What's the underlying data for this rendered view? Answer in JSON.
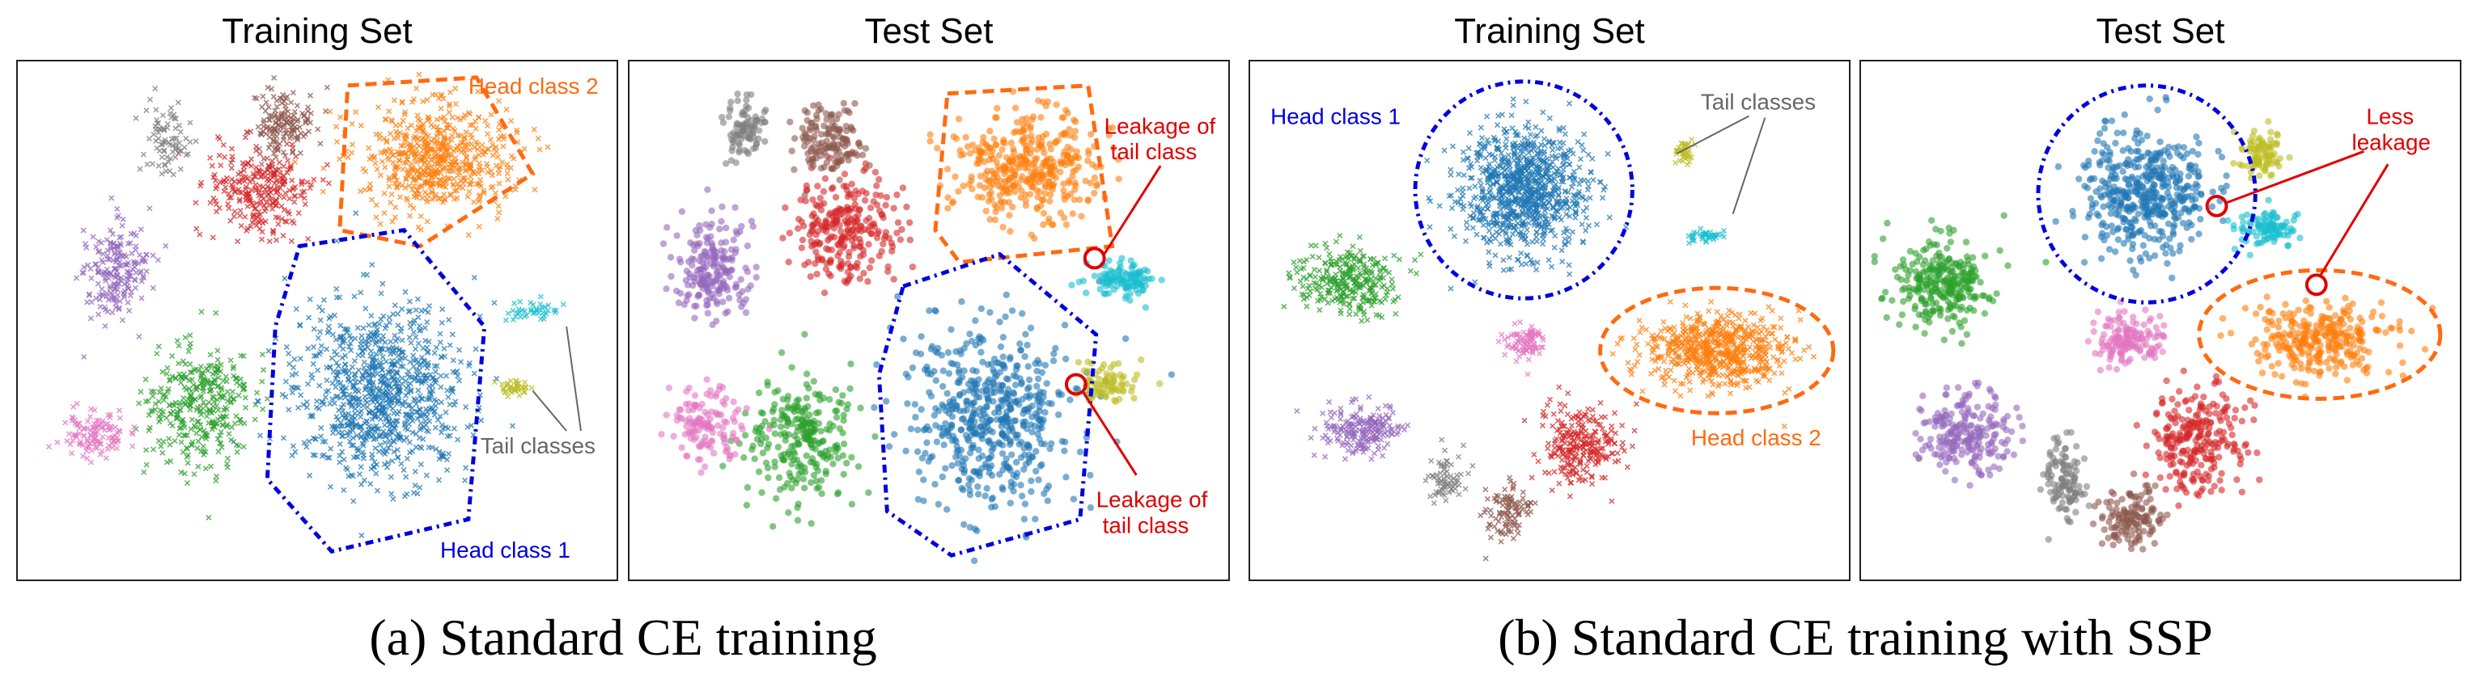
{
  "colors": {
    "blue": "#1f77b4",
    "orange": "#ff7f0e",
    "green": "#2ca02c",
    "red": "#d62728",
    "purple": "#9467bd",
    "brown": "#8c564b",
    "pink": "#e377c2",
    "gray": "#7f7f7f",
    "olive": "#bcbd22",
    "cyan": "#17becf",
    "head_blue": "#0000dd",
    "head_orange": "#ff6a10",
    "leak_red": "#e00000",
    "tail_gray": "#666666"
  },
  "panels": [
    {
      "title": "Training Set",
      "annotations": {
        "head_class_2": "Head class 2",
        "head_class_1": "Head class 1",
        "tail_classes": "Tail classes"
      }
    },
    {
      "title": "Test Set",
      "annotations": {
        "leakage_top_line1": "Leakage of",
        "leakage_top_line2": "tail class",
        "leakage_bottom_line1": "Leakage of",
        "leakage_bottom_line2": "tail class"
      }
    },
    {
      "title": "Training Set",
      "annotations": {
        "head_class_1": "Head class 1",
        "tail_classes": "Tail classes",
        "head_class_2": "Head class 2"
      }
    },
    {
      "title": "Test Set",
      "annotations": {
        "less_line1": "Less",
        "less_line2": "leakage"
      }
    }
  ],
  "captions": {
    "a": "(a) Standard CE training",
    "b": "(b) Standard CE training with SSP"
  }
}
